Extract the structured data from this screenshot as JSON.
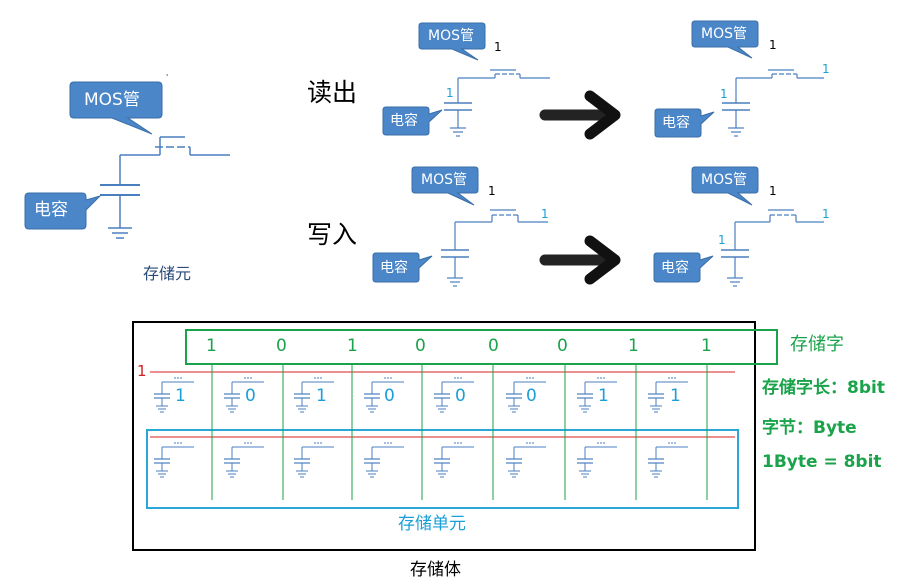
{
  "mos_label": "MOS管",
  "capacitor_label": "电容",
  "storage_cell_caption": "存储元",
  "read_label": "读出",
  "write_label": "写入",
  "one": "1",
  "storage_word_label": "存储字",
  "word_length_label": "存储字长：8bit",
  "byte_label": "字节：Byte",
  "byte_equation": "1Byte = 8bit",
  "storage_unit_label": "存储单元",
  "storage_body_label": "存储体",
  "word_bits": [
    "1",
    "0",
    "1",
    "0",
    "0",
    "0",
    "1",
    "1"
  ],
  "colors": {
    "callout": "#4a86c8",
    "circuit": "#4a7fbf",
    "green": "#1aa34a",
    "blue_box": "#2aa6d8",
    "red": "#d42020",
    "black": "#000000"
  }
}
